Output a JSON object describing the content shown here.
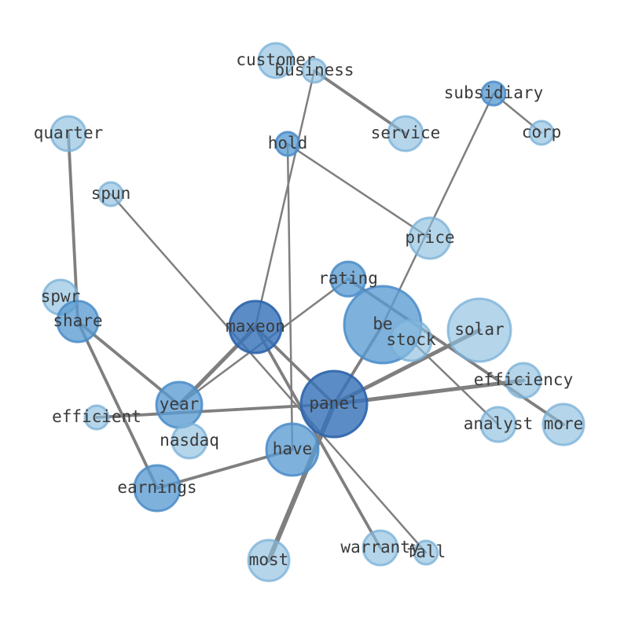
{
  "diagram": {
    "type": "word-cooccurrence-network",
    "colors": {
      "edge": "#7f7f7f",
      "node_light": "#a9cce3",
      "node_mid": "#6fa8d6",
      "node_dark": "#4b7fbf",
      "label": "#3a3a3a"
    },
    "nodes": [
      {
        "id": "customer",
        "label": "customer",
        "weight": 2,
        "shade": "light"
      },
      {
        "id": "business",
        "label": "business",
        "weight": 1,
        "shade": "light"
      },
      {
        "id": "subsidiary",
        "label": "subsidiary",
        "weight": 1,
        "shade": "mid"
      },
      {
        "id": "corp",
        "label": "corp",
        "weight": 1,
        "shade": "light"
      },
      {
        "id": "quarter",
        "label": "quarter",
        "weight": 2,
        "shade": "light"
      },
      {
        "id": "service",
        "label": "service",
        "weight": 2,
        "shade": "light"
      },
      {
        "id": "hold",
        "label": "hold",
        "weight": 1,
        "shade": "mid"
      },
      {
        "id": "spun",
        "label": "spun",
        "weight": 1,
        "shade": "light"
      },
      {
        "id": "price",
        "label": "price",
        "weight": 3,
        "shade": "light"
      },
      {
        "id": "rating",
        "label": "rating",
        "weight": 2,
        "shade": "mid"
      },
      {
        "id": "spwr",
        "label": "spwr",
        "weight": 2,
        "shade": "light"
      },
      {
        "id": "share",
        "label": "share",
        "weight": 3,
        "shade": "mid"
      },
      {
        "id": "maxeon",
        "label": "maxeon",
        "weight": 5,
        "shade": "dark"
      },
      {
        "id": "be",
        "label": "be",
        "weight": 9,
        "shade": "mid"
      },
      {
        "id": "stock",
        "label": "stock",
        "weight": 3,
        "shade": "light"
      },
      {
        "id": "solar",
        "label": "solar",
        "weight": 7,
        "shade": "light"
      },
      {
        "id": "efficiency",
        "label": "efficiency",
        "weight": 2,
        "shade": "light"
      },
      {
        "id": "year",
        "label": "year",
        "weight": 4,
        "shade": "mid"
      },
      {
        "id": "panel",
        "label": "panel",
        "weight": 8,
        "shade": "dark"
      },
      {
        "id": "efficient",
        "label": "efficient",
        "weight": 1,
        "shade": "light"
      },
      {
        "id": "analyst",
        "label": "analyst",
        "weight": 2,
        "shade": "light"
      },
      {
        "id": "more",
        "label": "more",
        "weight": 3,
        "shade": "light"
      },
      {
        "id": "nasdaq",
        "label": "nasdaq",
        "weight": 2,
        "shade": "light"
      },
      {
        "id": "have",
        "label": "have",
        "weight": 5,
        "shade": "mid"
      },
      {
        "id": "earnings",
        "label": "earnings",
        "weight": 4,
        "shade": "mid"
      },
      {
        "id": "warranty",
        "label": "warranty",
        "weight": 2,
        "shade": "light"
      },
      {
        "id": "fall",
        "label": "fall",
        "weight": 1,
        "shade": "light"
      },
      {
        "id": "most",
        "label": "most",
        "weight": 3,
        "shade": "light"
      }
    ],
    "edges": [
      {
        "source": "business",
        "target": "service",
        "weight": 2
      },
      {
        "source": "business",
        "target": "maxeon",
        "weight": 1
      },
      {
        "source": "subsidiary",
        "target": "corp",
        "weight": 1
      },
      {
        "source": "subsidiary",
        "target": "be",
        "weight": 1
      },
      {
        "source": "quarter",
        "target": "share",
        "weight": 2
      },
      {
        "source": "hold",
        "target": "price",
        "weight": 1
      },
      {
        "source": "hold",
        "target": "have",
        "weight": 1
      },
      {
        "source": "spun",
        "target": "fall",
        "weight": 1
      },
      {
        "source": "rating",
        "target": "more",
        "weight": 2
      },
      {
        "source": "rating",
        "target": "year",
        "weight": 1
      },
      {
        "source": "share",
        "target": "year",
        "weight": 2
      },
      {
        "source": "share",
        "target": "earnings",
        "weight": 2
      },
      {
        "source": "maxeon",
        "target": "year",
        "weight": 3
      },
      {
        "source": "maxeon",
        "target": "panel",
        "weight": 2
      },
      {
        "source": "maxeon",
        "target": "warranty",
        "weight": 2
      },
      {
        "source": "be",
        "target": "panel",
        "weight": 2
      },
      {
        "source": "stock",
        "target": "analyst",
        "weight": 1
      },
      {
        "source": "solar",
        "target": "panel",
        "weight": 3
      },
      {
        "source": "efficiency",
        "target": "panel",
        "weight": 3
      },
      {
        "source": "efficient",
        "target": "panel",
        "weight": 2
      },
      {
        "source": "panel",
        "target": "most",
        "weight": 4
      },
      {
        "source": "have",
        "target": "earnings",
        "weight": 2
      }
    ]
  }
}
